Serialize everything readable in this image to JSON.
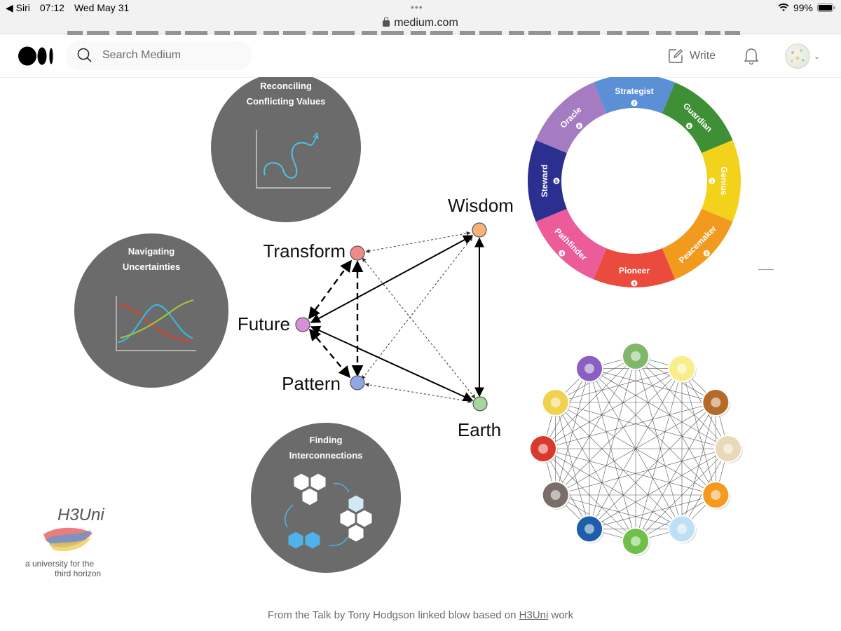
{
  "status_bar": {
    "back_app": "◀ Siri",
    "time": "07:12",
    "date": "Wed May 31",
    "battery": "99%"
  },
  "url_bar": {
    "domain": "medium.com"
  },
  "header": {
    "search_placeholder": "Search Medium",
    "write_label": "Write"
  },
  "figure": {
    "circles": [
      {
        "title_line1": "Reconciling",
        "title_line2": "Conflicting Values"
      },
      {
        "title_line1": "Navigating",
        "title_line2": "Uncertainties"
      },
      {
        "title_line1": "Finding",
        "title_line2": "Interconnections"
      }
    ],
    "network_nodes": {
      "wisdom": "Wisdom",
      "transform": "Transform",
      "future": "Future",
      "pattern": "Pattern",
      "earth": "Earth"
    },
    "archetype_wheel": [
      {
        "label": "Strategist",
        "number": "7",
        "color": "#5b8fd6"
      },
      {
        "label": "Guardian",
        "number": "8",
        "color": "#3e8f35"
      },
      {
        "label": "Genius",
        "number": "1",
        "color": "#f2d21a"
      },
      {
        "label": "Peacemaker",
        "number": "2",
        "color": "#f29a1e"
      },
      {
        "label": "Pioneer",
        "number": "3",
        "color": "#ea4b3d"
      },
      {
        "label": "Pathfinder",
        "number": "4",
        "color": "#ec5b9a"
      },
      {
        "label": "Steward",
        "number": "5",
        "color": "#2b2f8f"
      },
      {
        "label": "Oracle",
        "number": "6",
        "color": "#a57cc2"
      }
    ],
    "logo": {
      "mark": "H3Uni",
      "line1": "a university for the",
      "line2": "third horizon"
    }
  },
  "caption": {
    "prefix": "From the Talk by Tony Hodgson linked blow based on ",
    "link": "H3Uni",
    "suffix": " work"
  },
  "colors": {
    "node_wisdom": "#f7b27a",
    "node_transform": "#f08a88",
    "node_future": "#d98fd6",
    "node_pattern": "#8fa7e6",
    "node_earth": "#a9d59c",
    "circle_gray": "#6b6b6b"
  }
}
